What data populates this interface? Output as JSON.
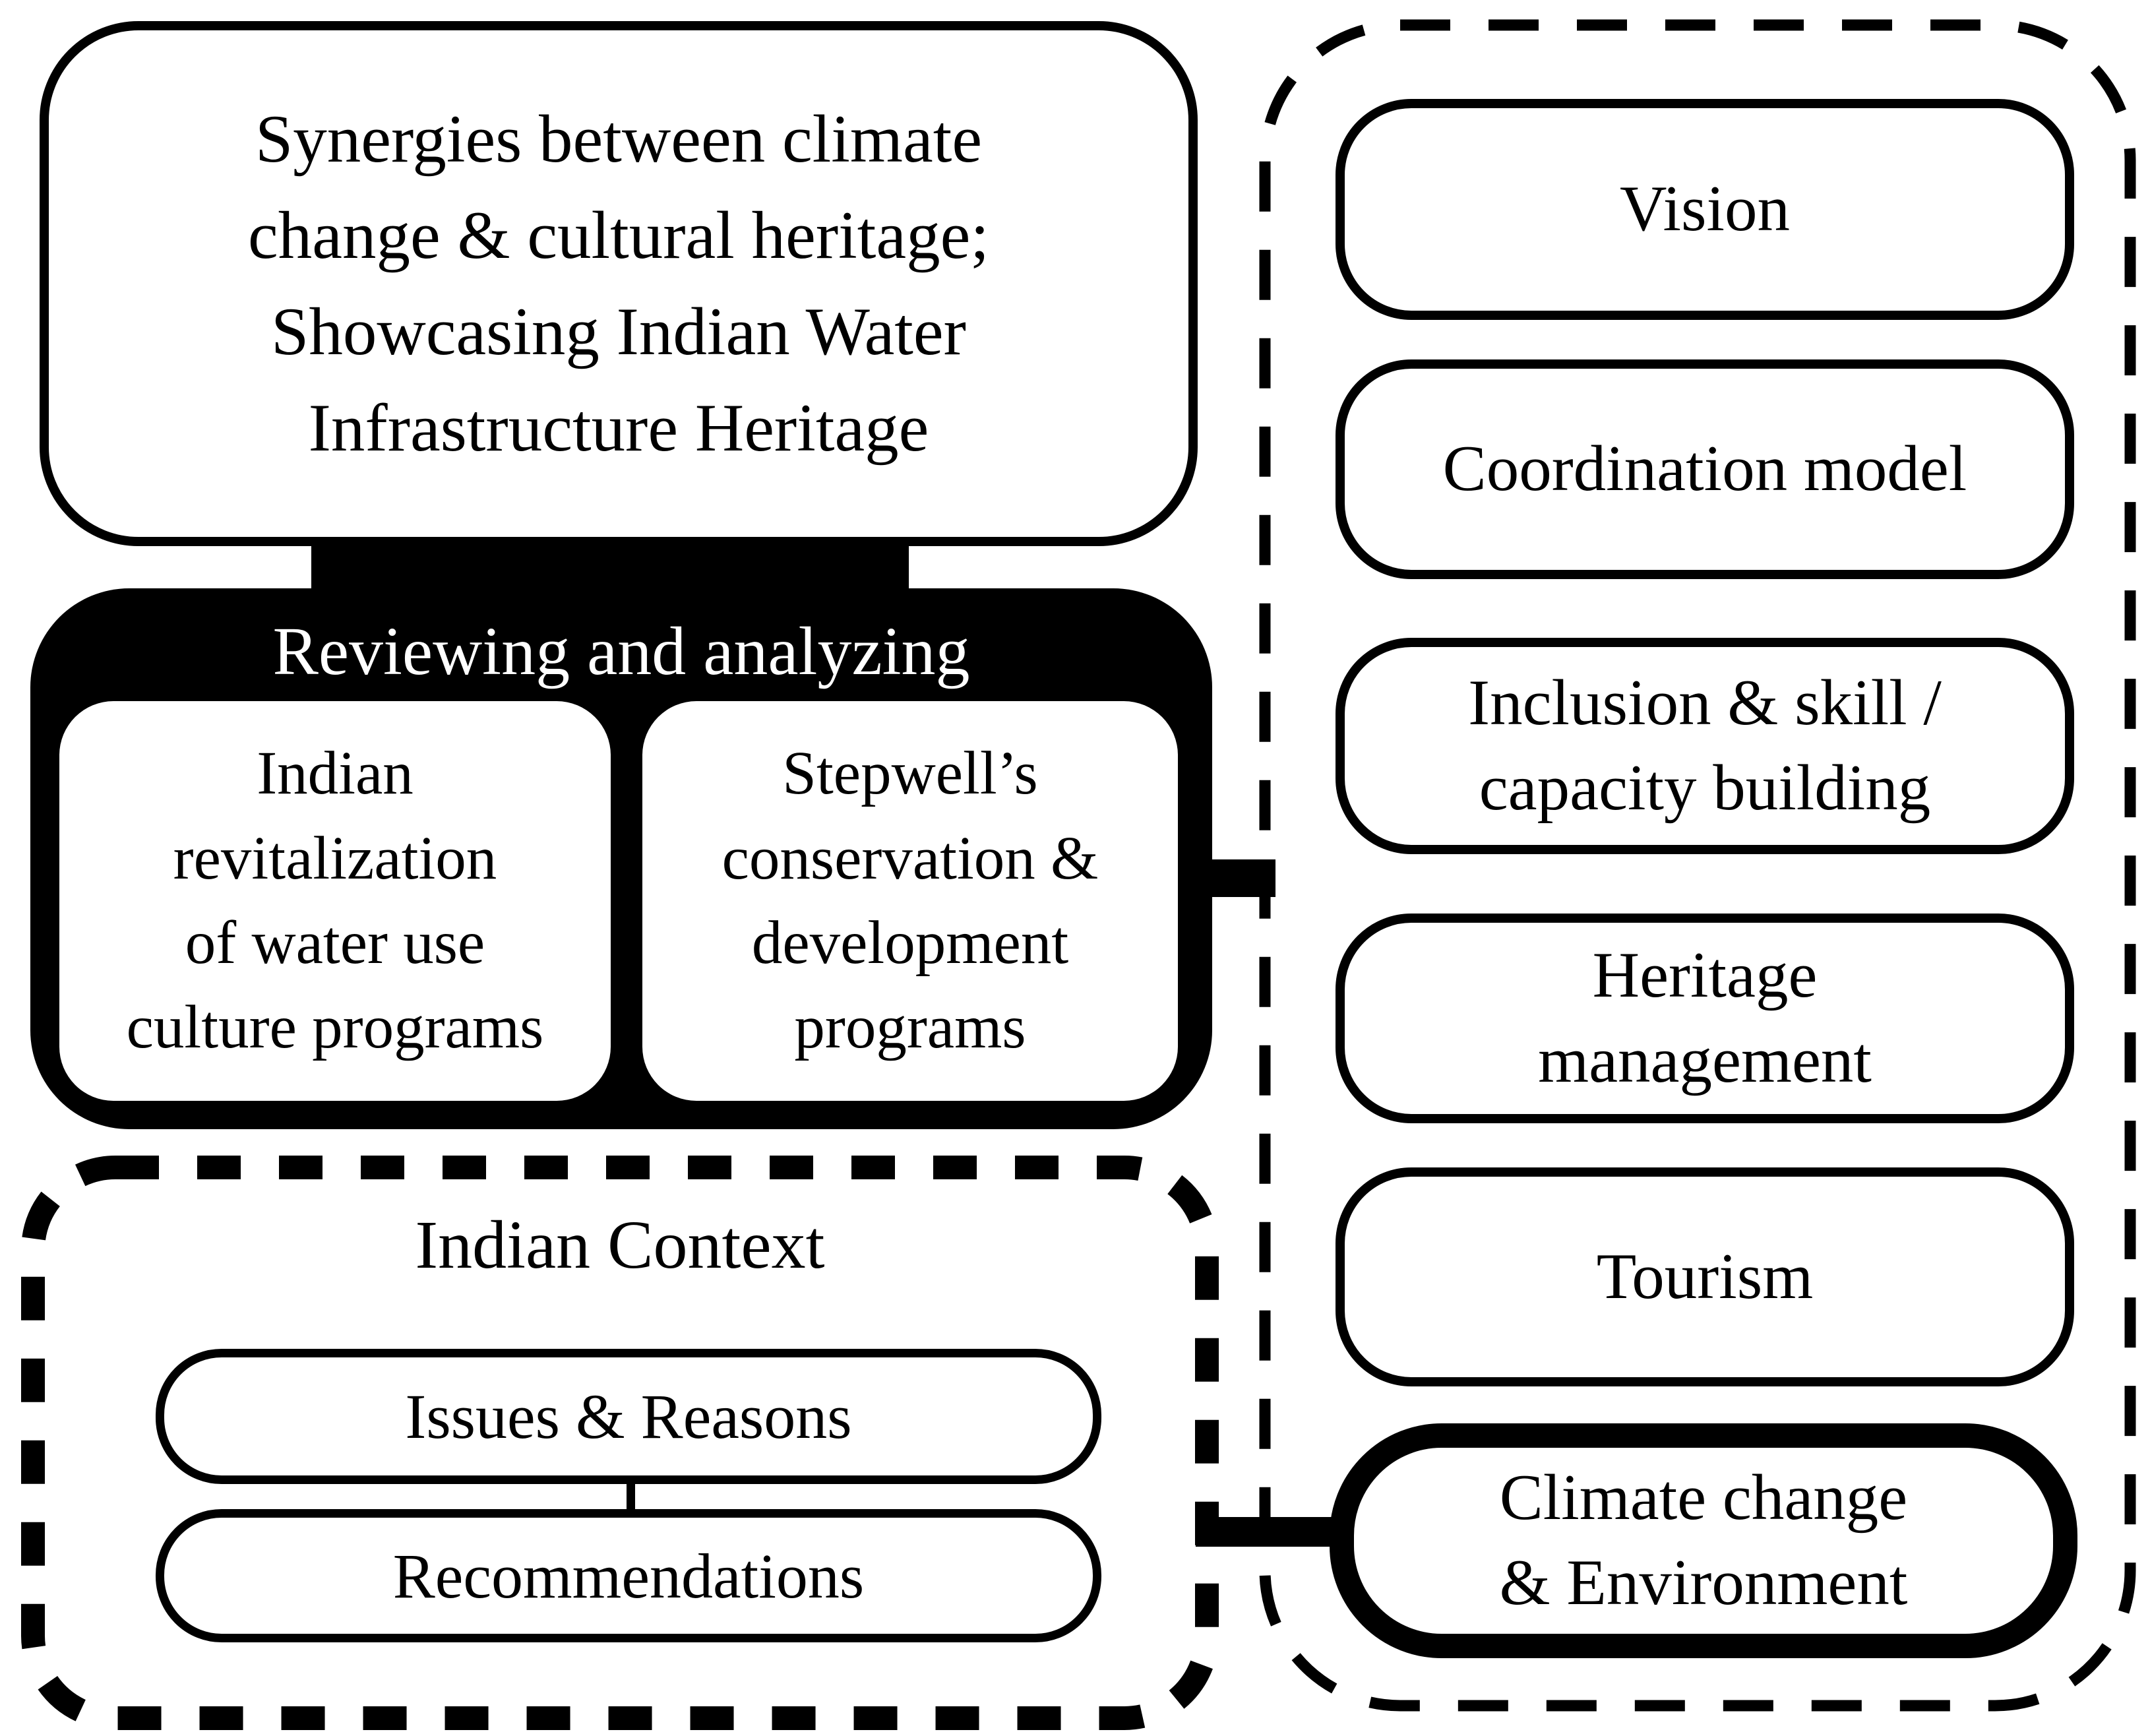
{
  "diagram": {
    "title_box": {
      "text": "Synergies between climate\nchange & cultural heritage;\nShowcasing Indian Water\nInfrastructure Heritage"
    },
    "reviewing_box": {
      "title": "Reviewing and analyzing",
      "programs": [
        {
          "text": "Indian\nrevitalization\nof water use\nculture programs"
        },
        {
          "text": "Stepwell’s\nconservation &\ndevelopment\nprograms"
        }
      ]
    },
    "indian_context_box": {
      "title": "Indian Context",
      "items": [
        {
          "label": "Issues & Reasons"
        },
        {
          "label": "Recommendations"
        }
      ]
    },
    "right_panel": {
      "pillars": [
        {
          "label": "Vision"
        },
        {
          "label": "Coordination model"
        },
        {
          "label": "Inclusion & skill /\ncapacity building"
        },
        {
          "label": "Heritage\nmanagement"
        },
        {
          "label": "Tourism"
        },
        {
          "label": "Climate change\n& Environment",
          "emphasized": true
        }
      ]
    },
    "colors": {
      "ink": "#000000",
      "background": "#ffffff"
    }
  }
}
